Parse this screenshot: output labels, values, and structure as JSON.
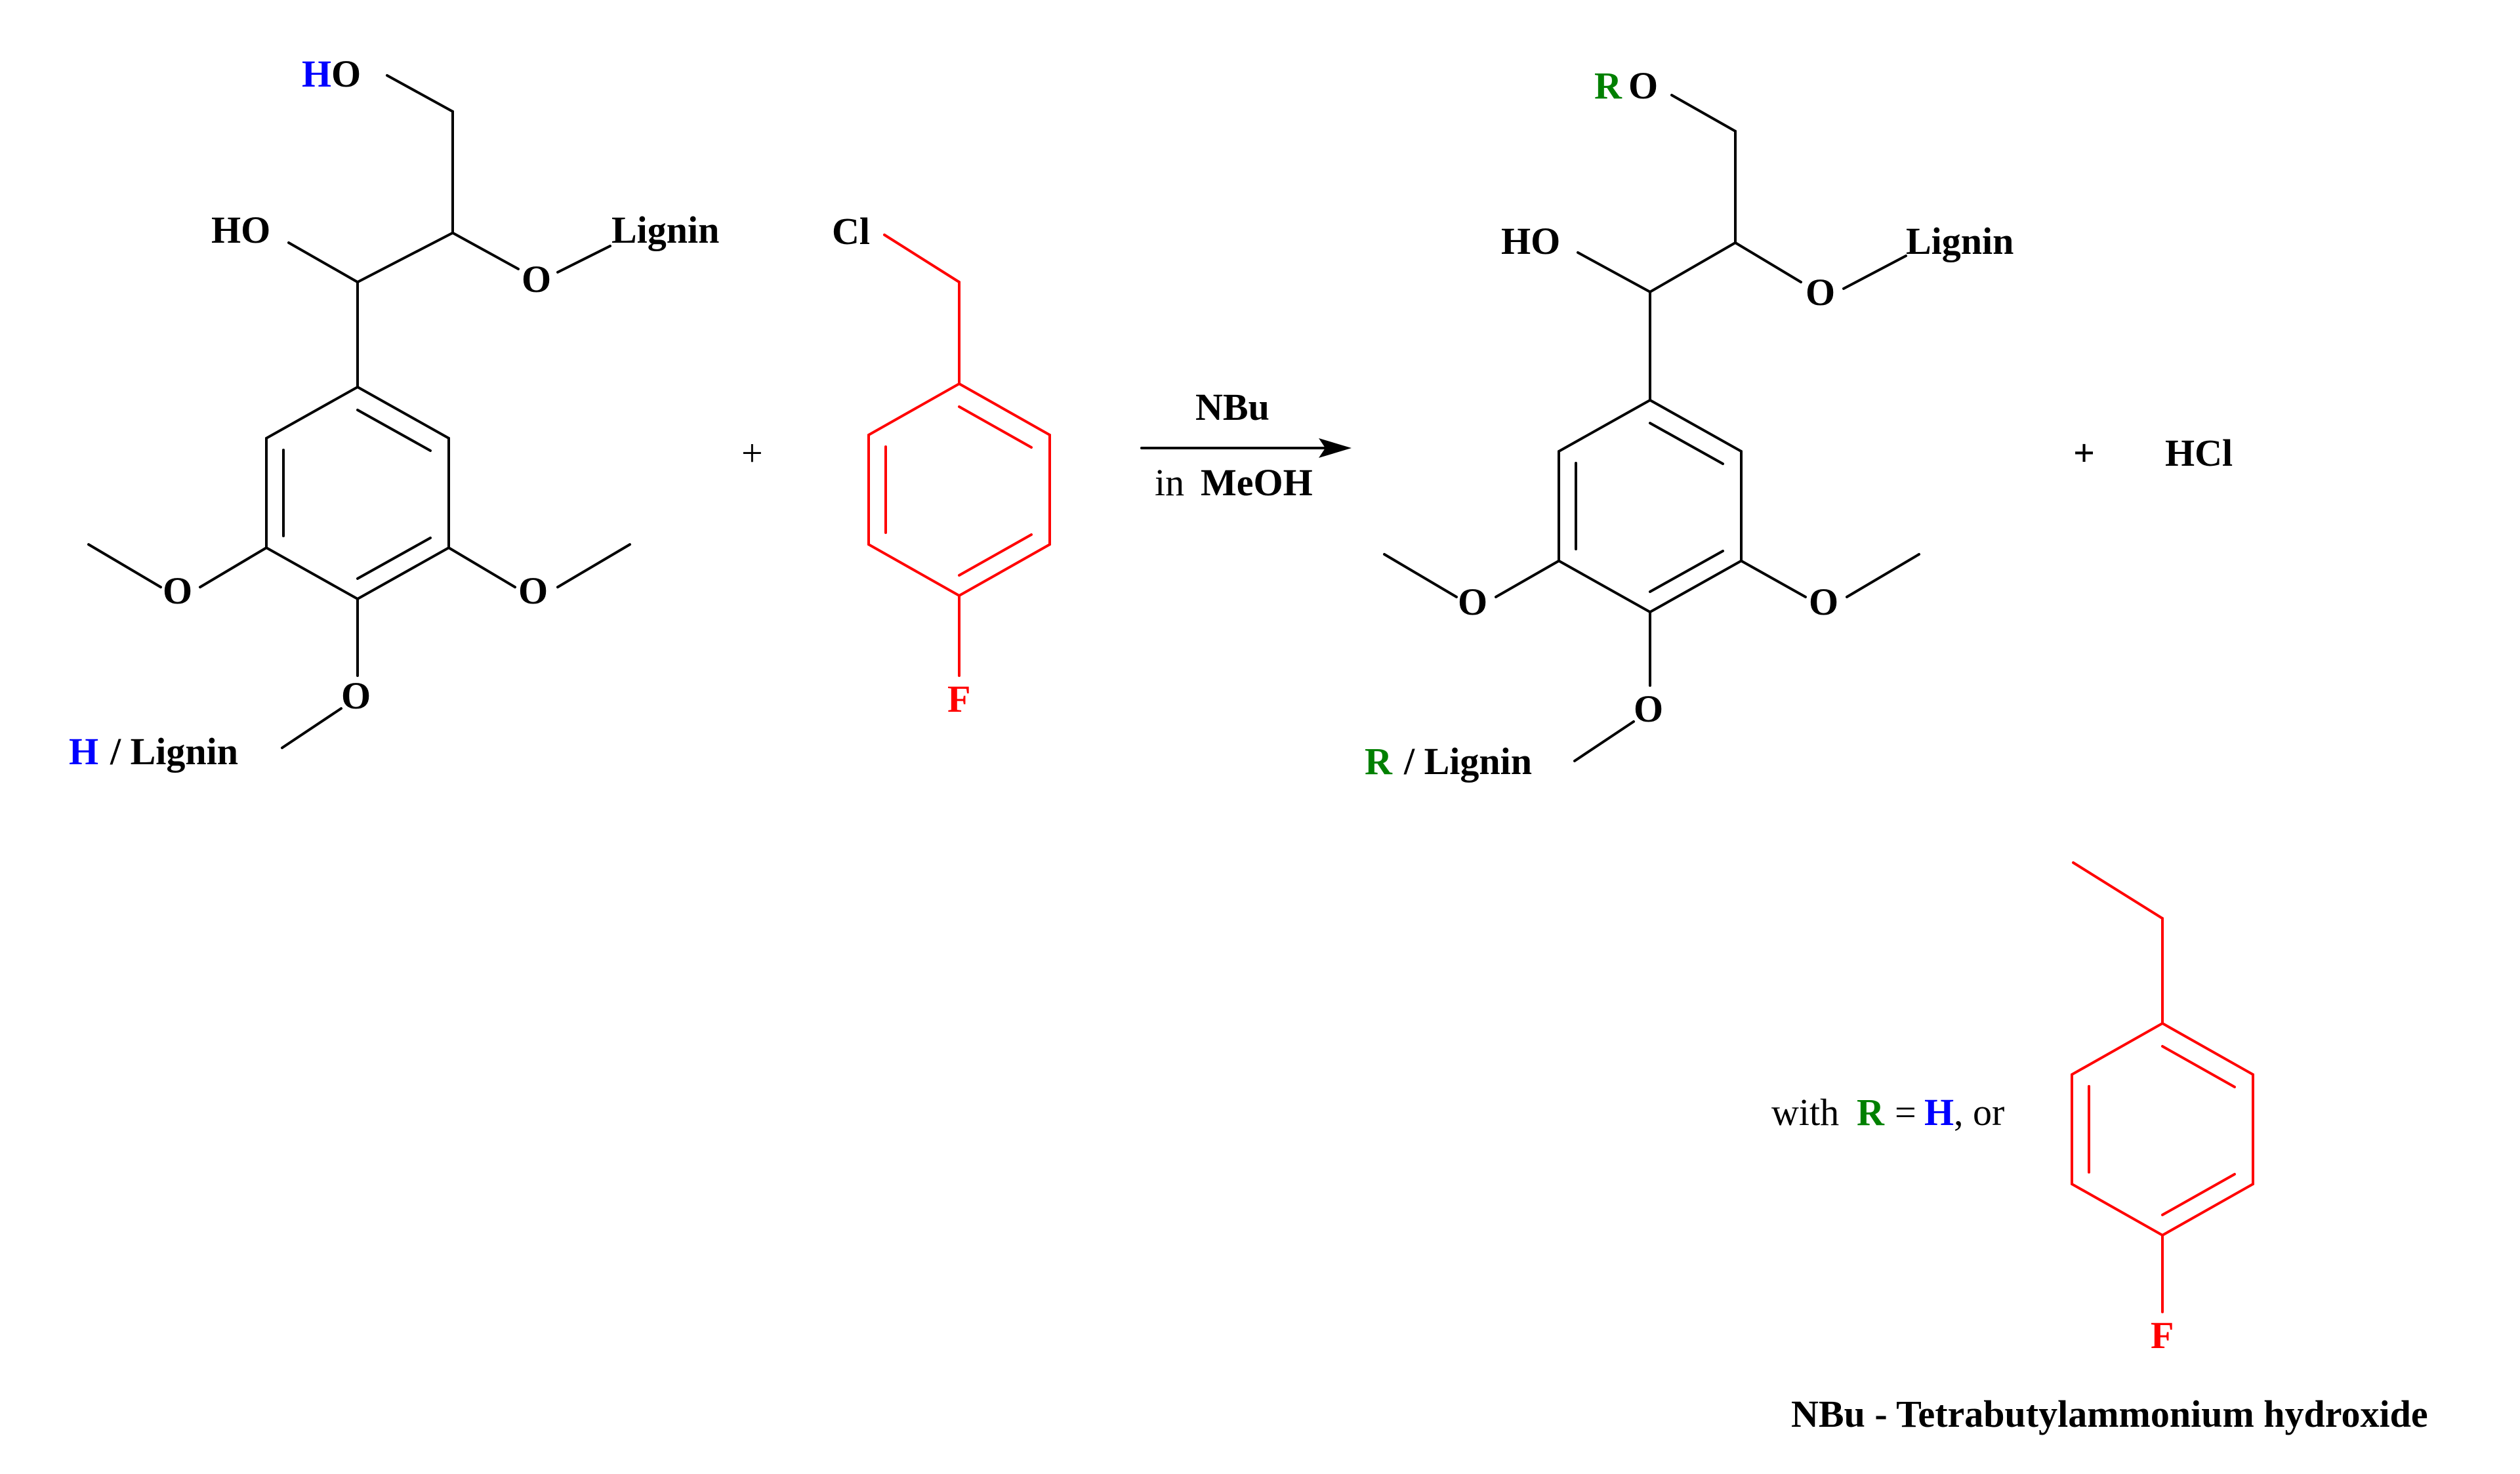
{
  "colors": {
    "black": "#000000",
    "blue": "#0000ff",
    "green": "#008000",
    "red": "#ff0000",
    "background": "#ffffff"
  },
  "reactant1": {
    "h_top": "H",
    "o_top": "O",
    "ho_side": "HO",
    "o_link": "O",
    "lignin_top": "Lignin",
    "o_left": "O",
    "o_right": "O",
    "o_bottom": "O",
    "h_bottom": "H",
    "lignin_bottom": "/ Lignin"
  },
  "reactant2": {
    "cl": "Cl",
    "f": "F"
  },
  "plus1": "+",
  "arrow": {
    "reagent": "NBu",
    "solvent_in": "in",
    "solvent": "MeOH"
  },
  "product": {
    "r_top": "R",
    "o_top": "O",
    "ho_side": "HO",
    "o_link": "O",
    "lignin_top": "Lignin",
    "o_left": "O",
    "o_right": "O",
    "o_bottom": "O",
    "r_bottom": "R",
    "lignin_bottom": "/ Lignin"
  },
  "plus2": "+",
  "byproduct": "HCl",
  "legend": {
    "with": "with",
    "r": "R",
    "equals": "=",
    "h": "H",
    "or": ", or",
    "f": "F"
  },
  "footnote": "NBu - Tetrabutylammonium hydroxide"
}
